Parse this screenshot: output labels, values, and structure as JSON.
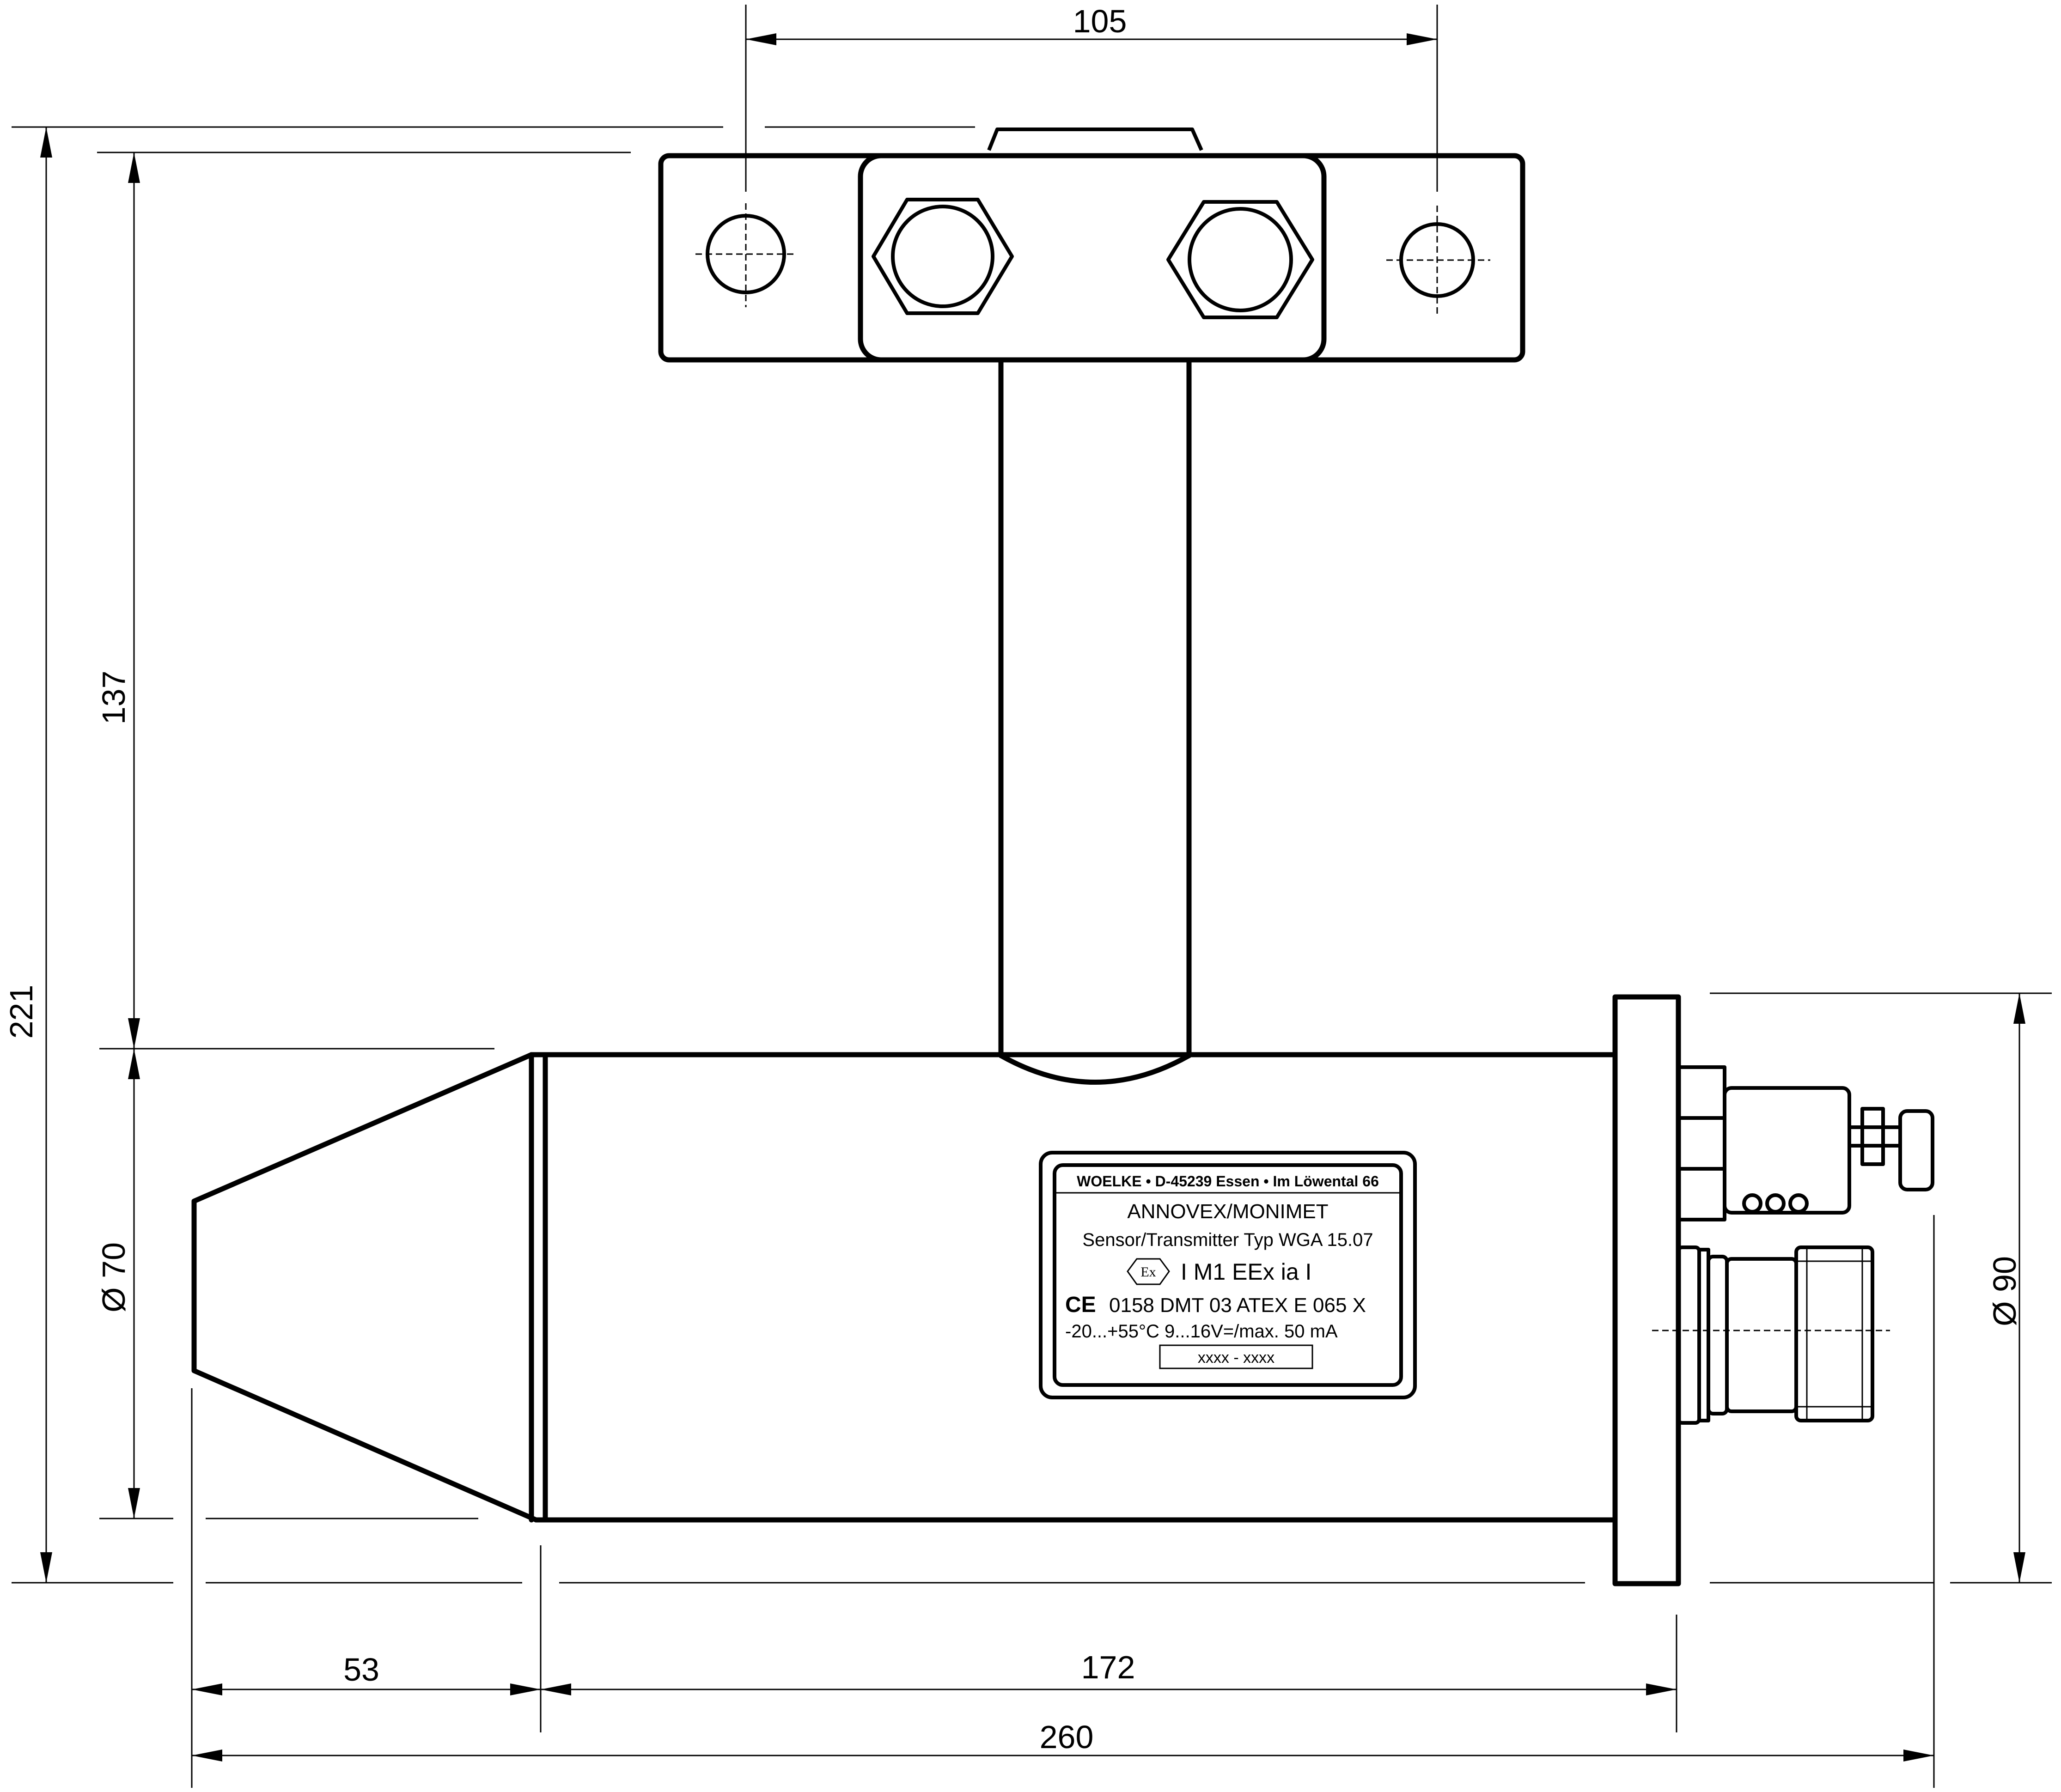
{
  "dimensions": {
    "top_hole_spacing": "105",
    "total_height": "221",
    "mount_height": "137",
    "body_diameter": "Ø 70",
    "flange_diameter": "Ø 90",
    "cone_length": "53",
    "body_length": "172",
    "total_length": "260"
  },
  "nameplate": {
    "line1": "WOELKE • D-45239 Essen • Im Löwental 66",
    "line2": "ANNOVEX/MONIMET",
    "line3": "Sensor/Transmitter Typ WGA 15.07",
    "ex_symbol": "Ex",
    "line4": "I M1 EEx ia I",
    "ce_mark": "CE",
    "line5": "0158 DMT 03 ATEX E 065 X",
    "line6": "-20...+55°C  9...16V=/max. 50 mA",
    "serial": "xxxx  - xxxx"
  }
}
